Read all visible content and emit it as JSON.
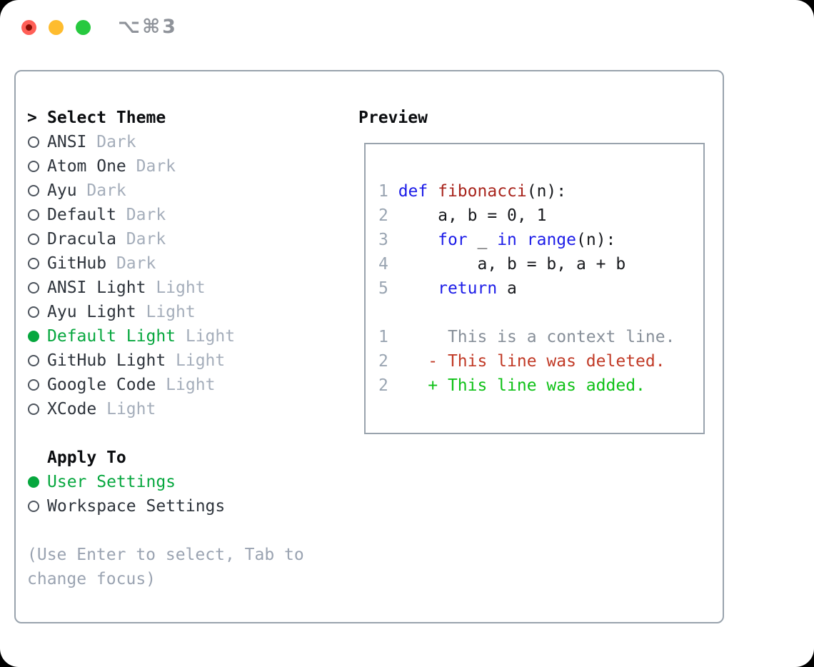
{
  "colors": {
    "panel-border": "#99a3ad",
    "text": "#2e343c",
    "heading": "#0b0d10",
    "tag": "#a4adba",
    "help": "#9aa3b1",
    "select-green": "#06a73e",
    "radio-ring": "#4d545d",
    "keyword": "#1c1ce8",
    "function": "#a8241c",
    "code-text": "#17191d",
    "line-number": "#9aa5b2",
    "context": "#878f99",
    "deleted": "#c13a26",
    "added": "#0fc117",
    "title": "#8f939a",
    "tl-red": "#ff5f57",
    "tl-red-dot": "#870d04",
    "tl-yellow": "#febc2f",
    "tl-green": "#27c93f"
  },
  "window": {
    "title": "⌥⌘3"
  },
  "theme_list": {
    "header": {
      "cursor": ">",
      "label": "Select Theme"
    },
    "items": [
      {
        "name": "ANSI",
        "tag": "Dark",
        "selected": false
      },
      {
        "name": "Atom One",
        "tag": "Dark",
        "selected": false
      },
      {
        "name": "Ayu",
        "tag": "Dark",
        "selected": false
      },
      {
        "name": "Default",
        "tag": "Dark",
        "selected": false
      },
      {
        "name": "Dracula",
        "tag": "Dark",
        "selected": false
      },
      {
        "name": "GitHub",
        "tag": "Dark",
        "selected": false
      },
      {
        "name": "ANSI Light",
        "tag": "Light",
        "selected": false
      },
      {
        "name": "Ayu Light",
        "tag": "Light",
        "selected": false
      },
      {
        "name": "Default Light",
        "tag": "Light",
        "selected": true
      },
      {
        "name": "GitHub Light",
        "tag": "Light",
        "selected": false
      },
      {
        "name": "Google Code",
        "tag": "Light",
        "selected": false
      },
      {
        "name": "XCode",
        "tag": "Light",
        "selected": false
      }
    ]
  },
  "apply_to": {
    "label": "Apply To",
    "options": [
      {
        "label": "User Settings",
        "selected": true
      },
      {
        "label": "Workspace Settings",
        "selected": false
      }
    ]
  },
  "help": {
    "lines": [
      "(Use Enter to select, Tab to",
      "change focus)"
    ]
  },
  "preview": {
    "title": "Preview",
    "code_lines": [
      [
        [
          "num",
          "1 "
        ],
        [
          "kw",
          "def"
        ],
        [
          "pl",
          " "
        ],
        [
          "fn",
          "fibonacci"
        ],
        [
          "pl",
          "(n):"
        ]
      ],
      [
        [
          "num",
          "2"
        ],
        [
          "pl",
          "     a, b = 0, 1"
        ]
      ],
      [
        [
          "num",
          "3"
        ],
        [
          "pl",
          "     "
        ],
        [
          "kw",
          "for"
        ],
        [
          "pl",
          " _ "
        ],
        [
          "kw",
          "in"
        ],
        [
          "pl",
          " "
        ],
        [
          "kw",
          "range"
        ],
        [
          "pl",
          "(n):"
        ]
      ],
      [
        [
          "num",
          "4"
        ],
        [
          "pl",
          "         a, b = b, a + b"
        ]
      ],
      [
        [
          "num",
          "5"
        ],
        [
          "pl",
          "     "
        ],
        [
          "kw",
          "return"
        ],
        [
          "pl",
          " a"
        ]
      ]
    ],
    "diff_lines": [
      [
        [
          "num",
          "1"
        ],
        [
          "ctx",
          "      This is a context line."
        ]
      ],
      [
        [
          "num",
          "2"
        ],
        [
          "pl",
          "    "
        ],
        [
          "del",
          "- This line was deleted."
        ]
      ],
      [
        [
          "num",
          "2"
        ],
        [
          "pl",
          "    "
        ],
        [
          "add",
          "+ This line was added."
        ]
      ]
    ]
  }
}
